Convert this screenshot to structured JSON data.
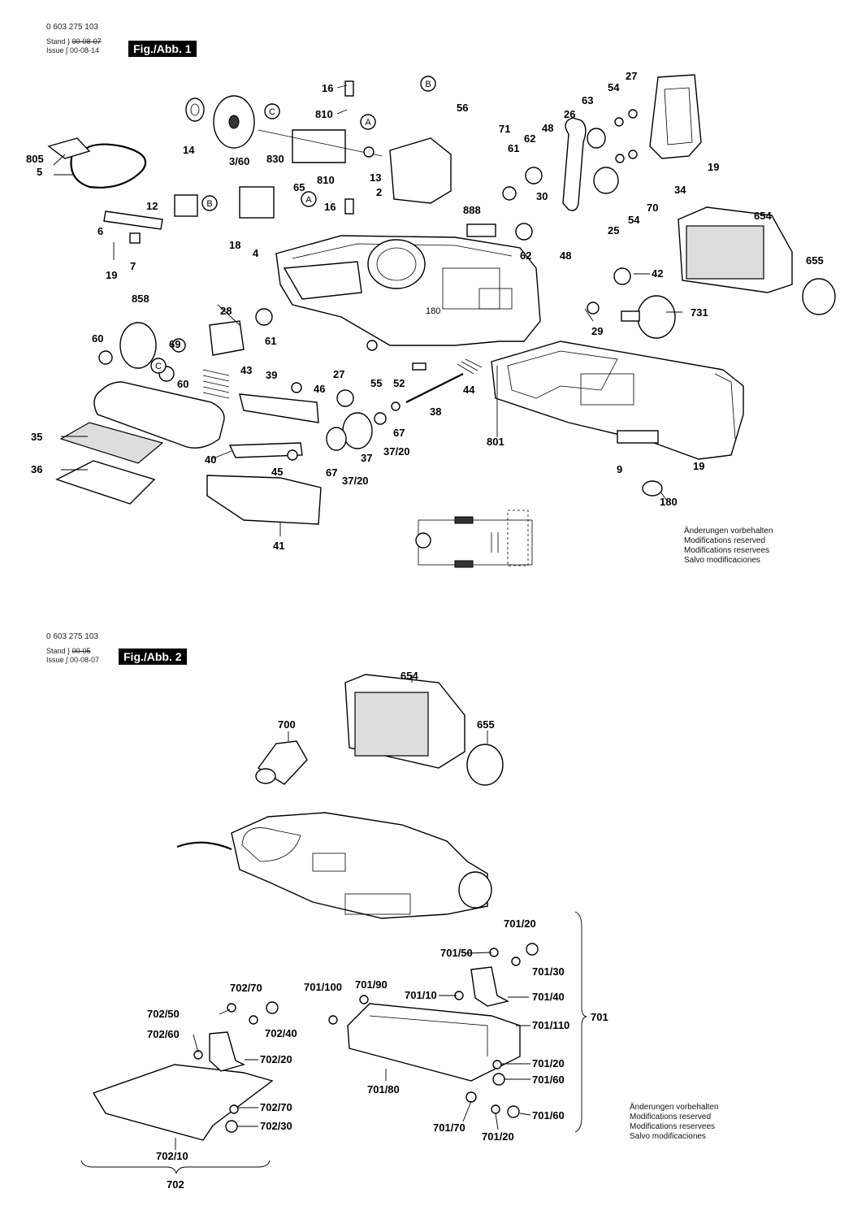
{
  "fig1": {
    "doc_number": "0 603 275 103",
    "stand_label": "Stand",
    "issue_label": "Issue",
    "stand_date": "00-08-07",
    "issue_date": "00-08-14",
    "badge": "Fig./Abb. 1",
    "notice": [
      "Änderungen vorbehalten",
      "Modifications reserved",
      "Modifications reservees",
      "Salvo modificaciones"
    ],
    "labels": {
      "p16a": "16",
      "p810a": "810",
      "p56": "56",
      "p71": "71",
      "p61a": "61",
      "p62a": "62",
      "p48a": "48",
      "p26": "26",
      "p63": "63",
      "p54a": "54",
      "p27a": "27",
      "p19a": "19",
      "p34": "34",
      "p14": "14",
      "p3_60": "3/60",
      "p830": "830",
      "p13": "13",
      "p2": "2",
      "p30": "30",
      "p25": "25",
      "p54b": "54",
      "p70": "70",
      "p805": "805",
      "p5": "5",
      "p12": "12",
      "p65": "65",
      "p810b": "810",
      "p16b": "16",
      "p888": "888",
      "p654": "654",
      "p655": "655",
      "p6": "6",
      "p18": "18",
      "p4": "4",
      "p62b": "62",
      "p48b": "48",
      "p19b": "19",
      "p7": "7",
      "p42": "42",
      "p858": "858",
      "p28": "28",
      "p180a": "180",
      "p731": "731",
      "p60a": "60",
      "p61b": "61",
      "p29": "29",
      "p69": "69",
      "p27b": "27",
      "p43": "43",
      "p60b": "60",
      "p39": "39",
      "p46": "46",
      "p55": "55",
      "p52": "52",
      "p44": "44",
      "p38": "38",
      "p35": "35",
      "p67a": "67",
      "p37_20a": "37/20",
      "p801": "801",
      "p40": "40",
      "p37": "37",
      "p36": "36",
      "p45": "45",
      "p67b": "67",
      "p37_20b": "37/20",
      "p9": "9",
      "p19c": "19",
      "p41": "41",
      "p180b": "180"
    },
    "callouts": {
      "A1": "A",
      "B1": "B",
      "C1": "C",
      "A2": "A",
      "B2": "B",
      "C2": "C"
    }
  },
  "fig2": {
    "doc_number": "0 603 275 103",
    "stand_label": "Stand",
    "issue_label": "Issue",
    "stand_date": "00-05",
    "issue_date": "00-08-07",
    "badge": "Fig./Abb. 2",
    "notice": [
      "Änderungen vorbehalten",
      "Modifications reserved",
      "Modifications reservees",
      "Salvo modificaciones"
    ],
    "labels": {
      "p654": "654",
      "p655": "655",
      "p700": "700",
      "p701_20a": "701/20",
      "p701_50": "701/50",
      "p701_30": "701/30",
      "p701_100": "701/100",
      "p701_90": "701/90",
      "p701_10": "701/10",
      "p701_40": "701/40",
      "p701_110": "701/110",
      "p701": "701",
      "p701_20b": "701/20",
      "p701_60a": "701/60",
      "p701_80": "701/80",
      "p701_60b": "701/60",
      "p701_70": "701/70",
      "p701_20c": "701/20",
      "p702_70a": "702/70",
      "p702_50": "702/50",
      "p702_40": "702/40",
      "p702_60": "702/60",
      "p702_20": "702/20",
      "p702_70b": "702/70",
      "p702_30": "702/30",
      "p702_10": "702/10",
      "p702": "702"
    }
  }
}
